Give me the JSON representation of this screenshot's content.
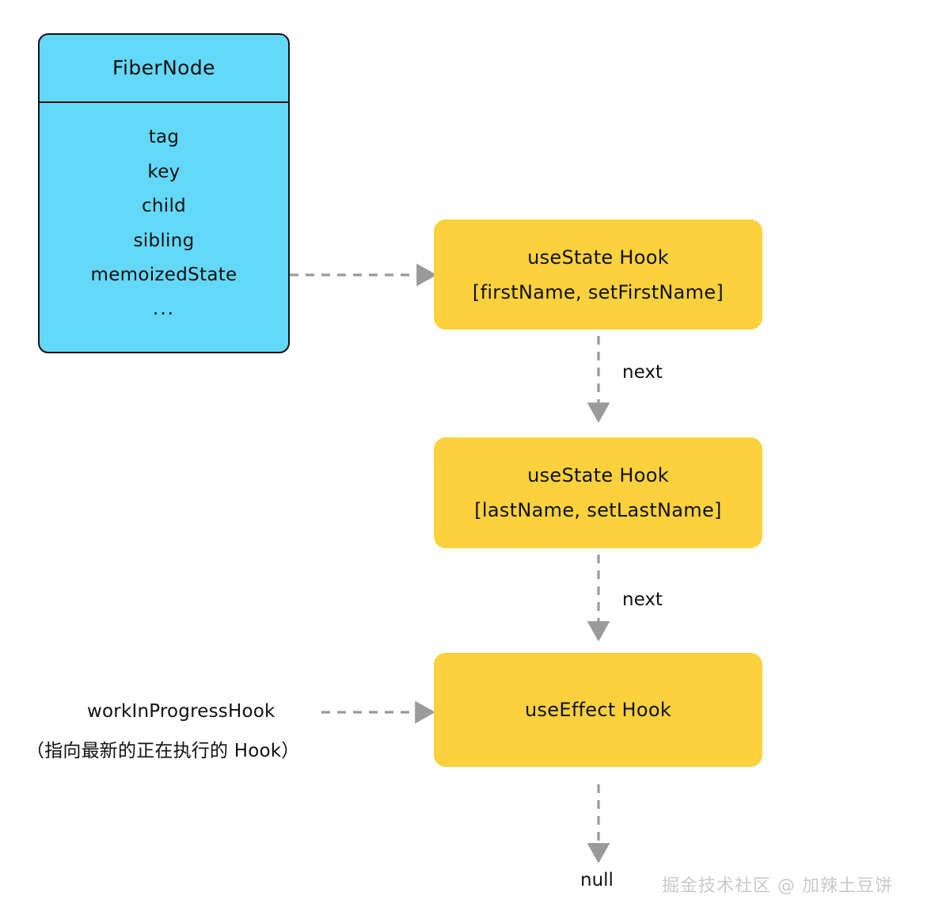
{
  "diagram": {
    "title": "React Hooks linked list on FiberNode",
    "background": "#ffffff",
    "colors": {
      "fiber_fill": "#64D8F8",
      "fiber_border": "#141414",
      "hook_fill": "#FBD13D",
      "arrow": "#9a9a9a",
      "text": "#101010",
      "watermark": "#c9c9c9"
    }
  },
  "fiber_node": {
    "title": "FiberNode",
    "fields": [
      "tag",
      "key",
      "child",
      "sibling",
      "memoizedState",
      "..."
    ]
  },
  "hooks": [
    {
      "id": "hook-1",
      "line1": "useState Hook",
      "line2": "[firstName, setFirstName]"
    },
    {
      "id": "hook-2",
      "line1": "useState Hook",
      "line2": "[lastName, setLastName]"
    },
    {
      "id": "hook-3",
      "line1": "useEffect Hook",
      "line2": ""
    }
  ],
  "edges": {
    "next_1": "next",
    "next_2": "next",
    "terminator": "null"
  },
  "annotations": {
    "wip_pointer": "workInProgressHook",
    "wip_pointer_note": "（指向最新的正在执行的 Hook）"
  },
  "watermark": "掘金技术社区 @ 加辣土豆饼"
}
